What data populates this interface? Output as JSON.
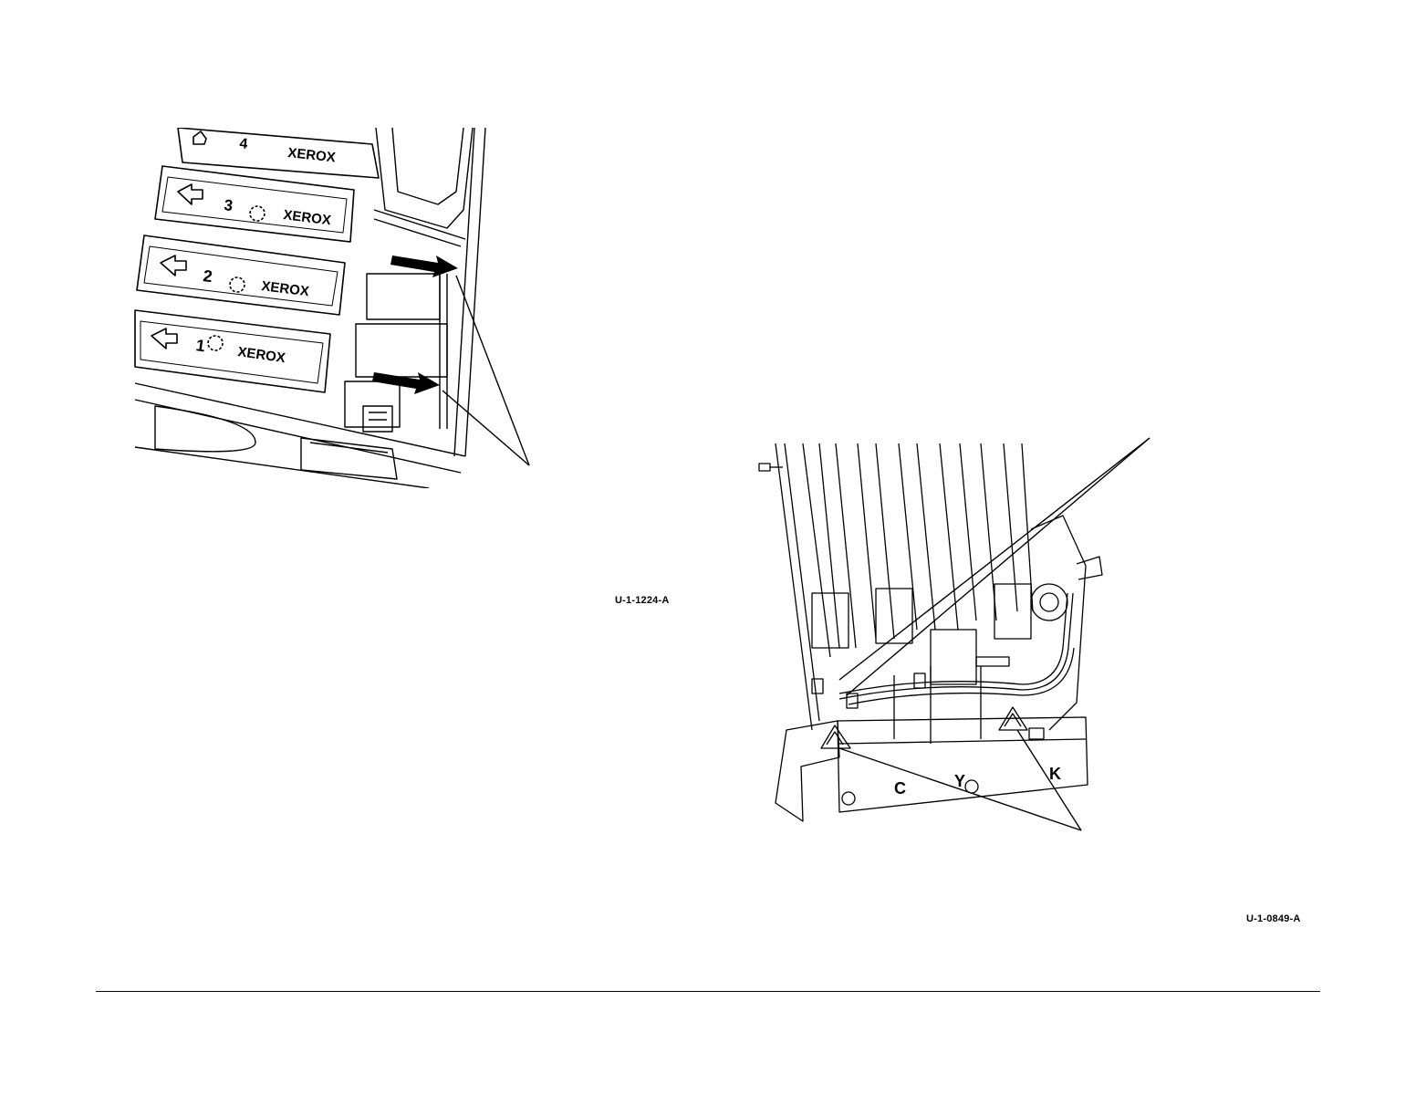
{
  "figures": [
    {
      "id_label": "U-1-1224-A",
      "tray_labels": [
        "4",
        "3",
        "2",
        "1"
      ],
      "brand_text": "XEROX"
    },
    {
      "id_label": "U-1-0849-A",
      "slot_letters": [
        "C",
        "Y",
        "K"
      ]
    }
  ],
  "colors": {
    "line": "#000000",
    "background": "#ffffff"
  }
}
